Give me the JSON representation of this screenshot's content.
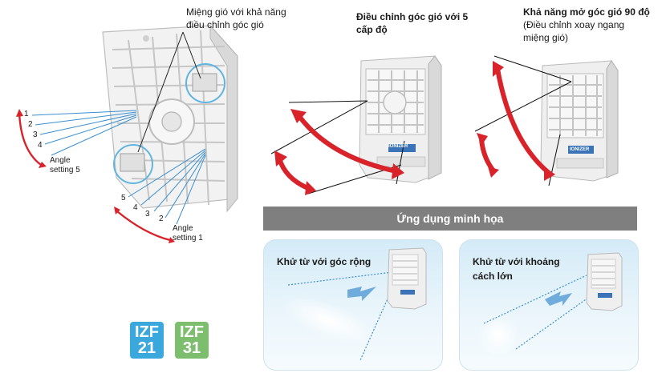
{
  "texts": {
    "top_label": [
      "Miệng gió với khả năng",
      "điều chỉnh góc gió"
    ],
    "adjust_title": [
      "Điều chỉnh góc gió với 5",
      "cấp độ"
    ],
    "open_title": "Khả năng mở góc gió 90 độ",
    "open_sub": [
      "(Điều chỉnh xoay ngang",
      "miệng gió)"
    ],
    "banner": "Ứng dụng minh họa",
    "card1_title": "Khử từ với góc rộng",
    "card2_title": [
      "Khử từ với khoảng",
      "cách lớn"
    ],
    "angle5": [
      "Angle",
      "setting 5"
    ],
    "angle1": [
      "Angle",
      "setting 1"
    ],
    "nums_left": [
      "1",
      "2",
      "3",
      "4"
    ],
    "nums_bottom": [
      "5",
      "4",
      "3",
      "2"
    ],
    "product_label": "IONIZER"
  },
  "badges": [
    {
      "line1": "IZF",
      "line2": "21",
      "color": "#3aa7dd"
    },
    {
      "line1": "IZF",
      "line2": "31",
      "color": "#7cbd6e"
    }
  ],
  "colors": {
    "arrow": "#d8232a",
    "ring": "#62b4e0",
    "device": "#eeeeee"
  }
}
